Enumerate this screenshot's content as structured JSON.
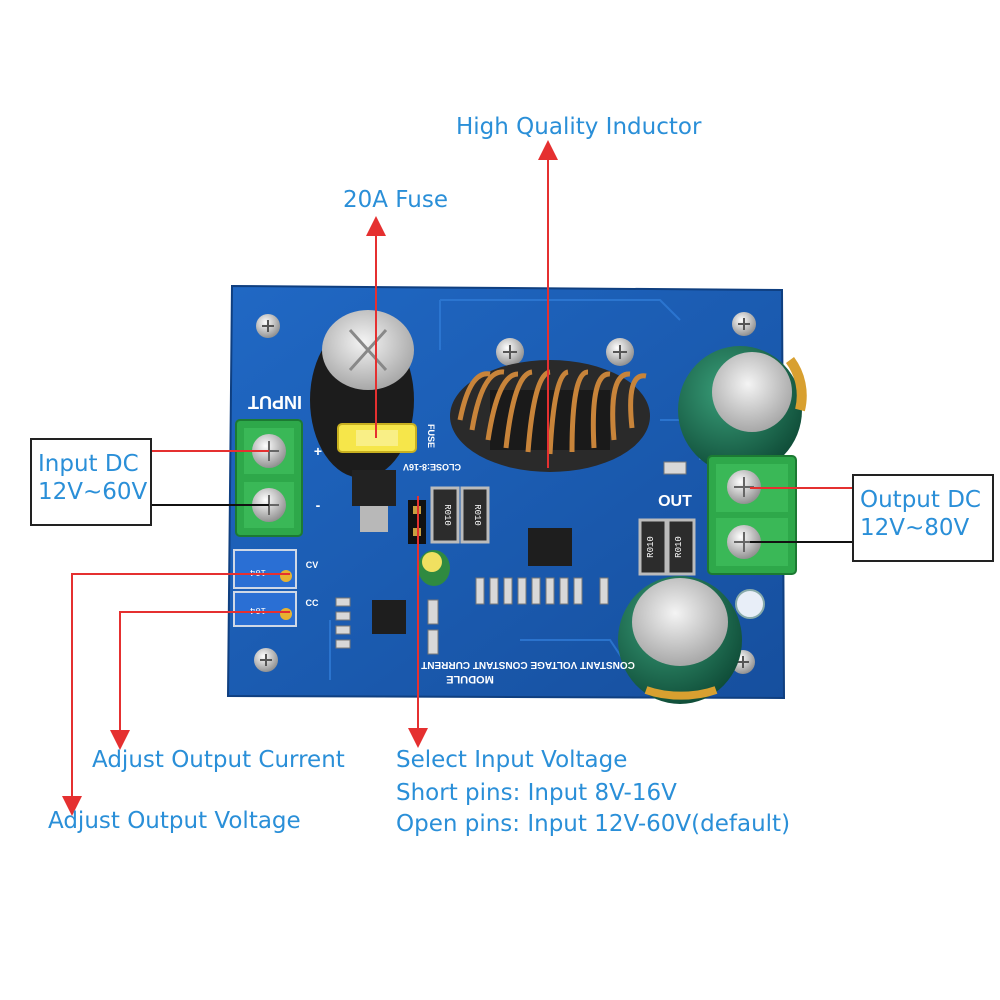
{
  "callouts": {
    "inductor": "High Quality Inductor",
    "fuse": "20A Fuse",
    "input_dc": "Input DC",
    "input_range": "12V~60V",
    "output_dc": "Output DC",
    "output_range": "12V~80V",
    "adjust_current": "Adjust Output Current",
    "adjust_voltage": "Adjust Output Voltage",
    "select_input": "Select Input Voltage",
    "short_pins": "Short pins: Input 8V-16V",
    "open_pins": "Open pins: Input 12V-60V(default)"
  },
  "board": {
    "input_label": "INPUT",
    "output_label": "OUT",
    "fuse_label": "FUSE",
    "jumper_label": "CLOSE:8-16V",
    "module_line1": "CONSTANT VOLTAGE CONSTANT CURRENT",
    "module_line2": "MODULE",
    "cv_label": "CV",
    "cc_label": "CC",
    "resistor_1": "R010",
    "resistor_2": "R010",
    "resistor_3": "R010",
    "resistor_4": "R010",
    "pot_1": "104",
    "pot_2": "104",
    "plus_sign": "+",
    "minus_sign": "-"
  },
  "colors": {
    "label_blue": "#2a8fd8",
    "arrow_red": "#e53030",
    "pcb_blue": "#1a5fb8",
    "terminal_green": "#2ea84a",
    "copper": "#c8843a"
  }
}
